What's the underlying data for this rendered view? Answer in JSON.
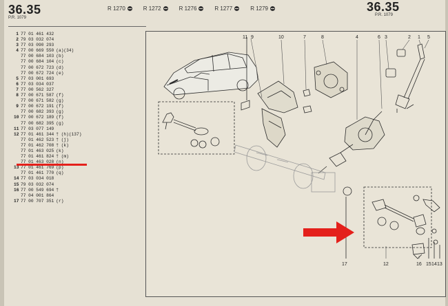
{
  "header": {
    "section": "36.35",
    "pr": "P.R. 1079",
    "models": [
      "R 1270",
      "R 1272",
      "R 1276",
      "R 1277",
      "R 1279"
    ]
  },
  "parts": [
    {
      "i": "1",
      "ref": "77 01 461 432",
      "s": ""
    },
    {
      "i": "2",
      "ref": "79 03 032 074",
      "s": ""
    },
    {
      "i": "3",
      "ref": "77 03 090 293",
      "s": ""
    },
    {
      "i": "4",
      "ref": "77 00 669 550",
      "s": "(a)(34)"
    },
    {
      "i": "",
      "ref": "77 00 684 103",
      "s": "(b)"
    },
    {
      "i": "",
      "ref": "77 00 684 104",
      "s": "(c)"
    },
    {
      "i": "",
      "ref": "77 00 672 723",
      "s": "(d)"
    },
    {
      "i": "",
      "ref": "77 00 672 724",
      "s": "(e)"
    },
    {
      "i": "5",
      "ref": "77 03 001 693",
      "s": ""
    },
    {
      "i": "6",
      "ref": "77 03 034 037",
      "s": ""
    },
    {
      "i": "7",
      "ref": "77 00 562 327",
      "s": ""
    },
    {
      "i": "8",
      "ref": "77 00 671 587",
      "s": "(f)"
    },
    {
      "i": "",
      "ref": "77 00 671 582",
      "s": "(g)"
    },
    {
      "i": "9",
      "ref": "77 00 672 191",
      "s": "(f)"
    },
    {
      "i": "",
      "ref": "77 00 682 393",
      "s": "(g)"
    },
    {
      "i": "10",
      "ref": "77 00 672 189",
      "s": "(f)"
    },
    {
      "i": "",
      "ref": "77 00 682 395",
      "s": "(g)"
    },
    {
      "i": "11",
      "ref": "77 03 077 149",
      "s": ""
    },
    {
      "i": "12",
      "ref": "77 01 461 344",
      "s": "† (h)(137)"
    },
    {
      "i": "",
      "ref": "77 01 462 523",
      "s": "† (j)"
    },
    {
      "i": "",
      "ref": "77 01 462 708",
      "s": "† (k)"
    },
    {
      "i": "",
      "ref": "77 01 463 025",
      "s": "(k)"
    },
    {
      "i": "",
      "ref": "77 01 461 824",
      "s": "† (m)"
    },
    {
      "i": "",
      "ref": "77 01 463 028",
      "s": "(n)"
    },
    {
      "i": "13",
      "ref": "77 01 461 769",
      "s": "(p)"
    },
    {
      "i": "",
      "ref": "77 01 461 770",
      "s": "(q)"
    },
    {
      "i": "14",
      "ref": "77 03 034 018",
      "s": ""
    },
    {
      "i": "15",
      "ref": "79 03 032 074",
      "s": ""
    },
    {
      "i": "16",
      "ref": "77 00 549 694",
      "s": "†"
    },
    {
      "i": "",
      "ref": "77 04 001 864",
      "s": ""
    },
    {
      "i": "17",
      "ref": "77 00 707 351",
      "s": "(r)"
    }
  ],
  "callouts": {
    "c11": "11",
    "c9": "9",
    "c10": "10",
    "c7": "7",
    "c8": "8",
    "c4": "4",
    "c6": "6",
    "c3": "3",
    "c2": "2",
    "c1": "1",
    "c5": "5",
    "c17": "17",
    "c12": "12",
    "c16": "16",
    "c15": "15",
    "c14": "14",
    "c13": "13"
  },
  "colors": {
    "highlight": "#e4201b",
    "ink": "#2a2a2a",
    "paper": "#e6e1d4"
  }
}
